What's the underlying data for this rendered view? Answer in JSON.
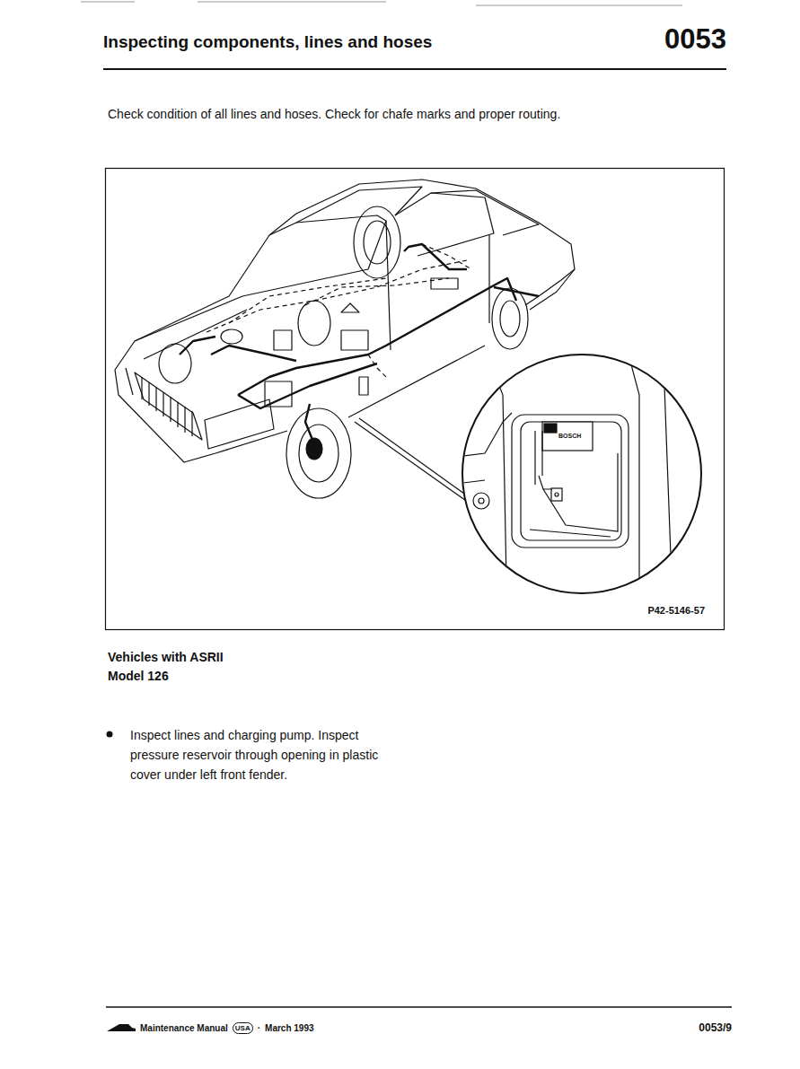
{
  "diagram": {
    "title": "Inspecting components, lines and hoses",
    "labels": [
      "0053",
      "Check condition of all lines and hoses. Check for chafe marks and proper routing.",
      "BOSCH",
      "P42-5146-57",
      "Vehicles with ASRII",
      "Model 126",
      "Inspect lines and charging pump. Inspect pressure reservoir through opening in plastic cover under left front fender.",
      "Maintenance Manual",
      "USA",
      "·",
      "March 1993",
      "0053/9"
    ]
  }
}
